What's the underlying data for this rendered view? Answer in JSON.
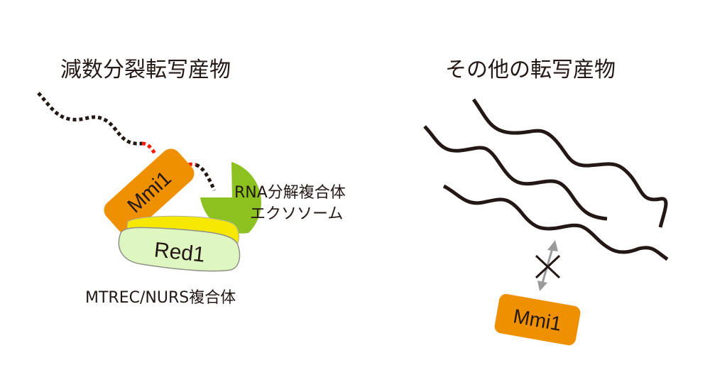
{
  "left_panel": {
    "title": "減数分裂転写産物",
    "mmi1_label": "Mmi1",
    "red1_label": "Red1",
    "exosome_label_line1": "RNA分解複合体",
    "exosome_label_line2": "エクソソーム",
    "complex_label": "MTREC/NURS複合体"
  },
  "right_panel": {
    "title": "その他の転写産物",
    "mmi1_label": "Mmi1",
    "blocked_binding_icon": "x-cross-icon"
  },
  "colors": {
    "mmi1_orange": "#ef9000",
    "exosome_green": "#8cc21f",
    "red1_light_green": "#def7c0",
    "red1_yellow": "#f6e800",
    "rna_black": "#231815",
    "motif_red": "#ff1a00",
    "arrow_gray": "#9a9a9a"
  }
}
